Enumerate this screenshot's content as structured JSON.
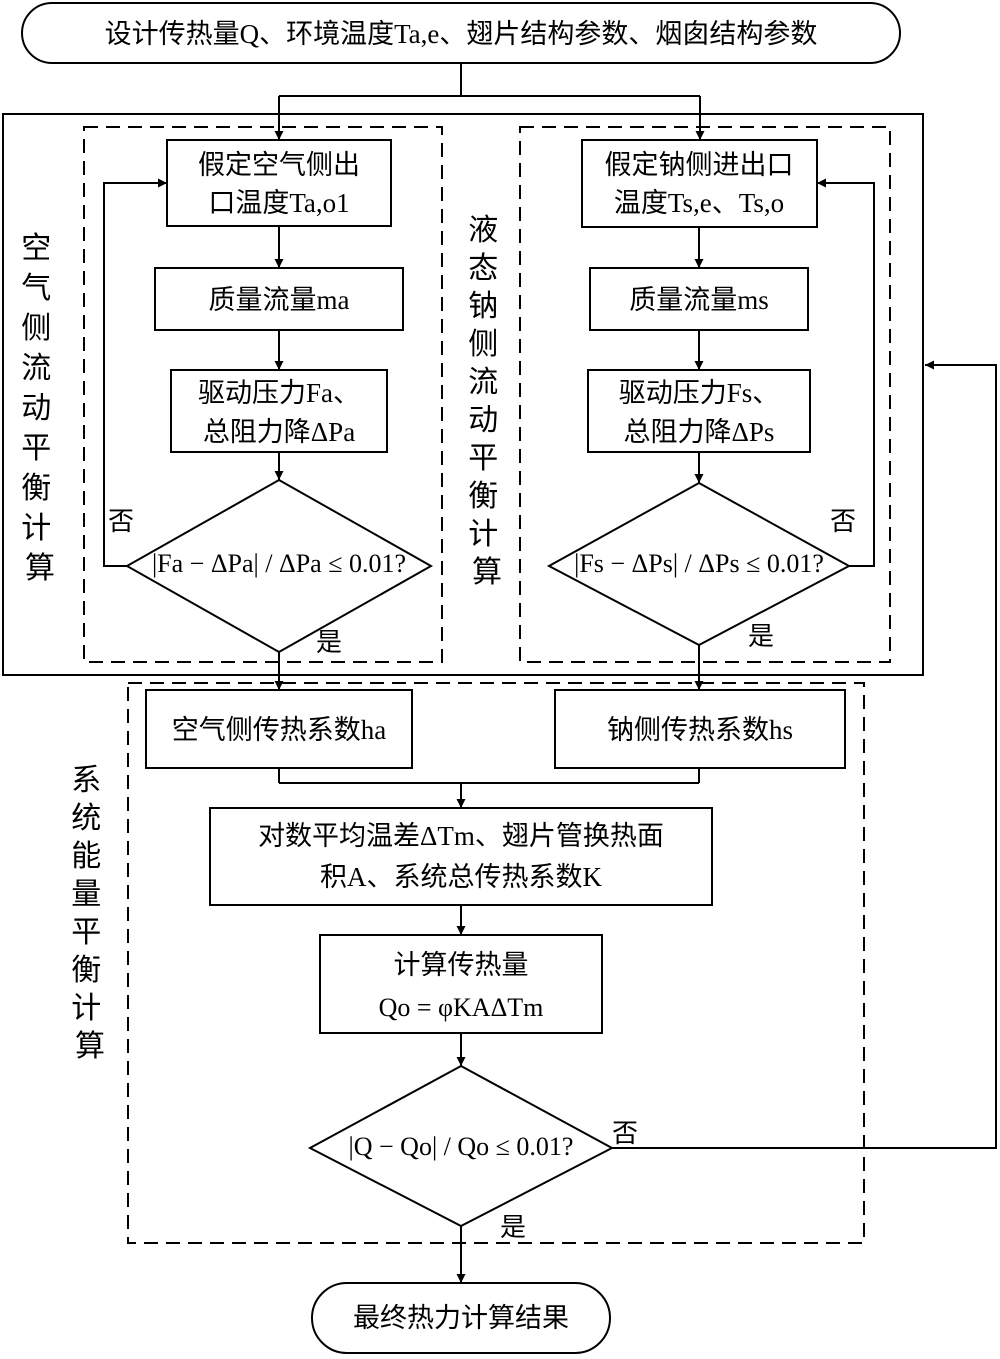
{
  "nodes": {
    "start": "设计传热量Q、环境温度Ta,e、翅片结构参数、烟囱结构参数",
    "air_assume": [
      "假定空气侧出",
      "口温度Ta,o1"
    ],
    "air_mass": "质量流量ma",
    "air_drive": [
      "驱动压力Fa、",
      "总阻力降ΔPa"
    ],
    "air_check": "|Fa − ΔPa| / ΔPa ≤ 0.01?",
    "na_assume": [
      "假定钠侧进出口",
      "温度Ts,e、Ts,o"
    ],
    "na_mass": "质量流量ms",
    "na_drive": [
      "驱动压力Fs、",
      "总阻力降ΔPs"
    ],
    "na_check": "|Fs − ΔPs| / ΔPs ≤ 0.01?",
    "air_htc": "空气侧传热系数ha",
    "na_htc": "钠侧传热系数hs",
    "lmtd": [
      "对数平均温差ΔTm、翅片管换热面",
      "积A、系统总传热系数K"
    ],
    "calc_q": [
      "计算传热量",
      "Qo = φKAΔTm"
    ],
    "q_check": "|Q − Qo| / Qo ≤ 0.01?",
    "end": "最终热力计算结果"
  },
  "groups": {
    "air": "空气侧流动平衡计算",
    "sodium": "液态钠侧流动平衡计算",
    "energy": "系统能量平衡计算"
  },
  "edge_labels": {
    "yes": "是",
    "no": "否"
  }
}
